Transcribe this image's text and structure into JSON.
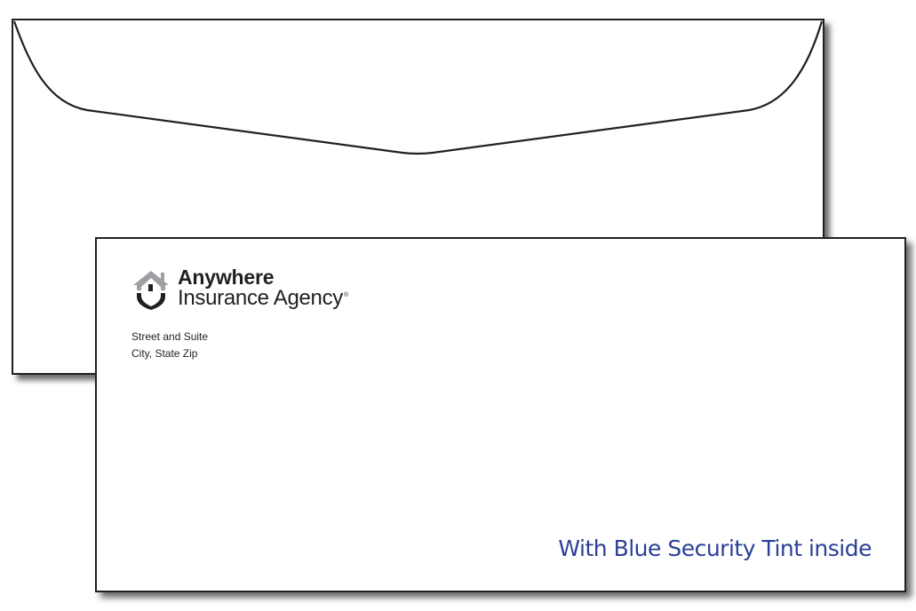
{
  "back_envelope": {
    "view": "flap-side"
  },
  "front_envelope": {
    "logo": {
      "icon": "house-shield-icon",
      "line1": "Anywhere",
      "line2": "Insurance Agency",
      "registered_mark": "®"
    },
    "address": {
      "line1": "Street and Suite",
      "line2": "City, State Zip"
    },
    "note": "With Blue Security Tint inside"
  },
  "colors": {
    "outline": "#231f20",
    "note_blue": "#2b3f97",
    "logo_gray": "#9d9fa2"
  }
}
